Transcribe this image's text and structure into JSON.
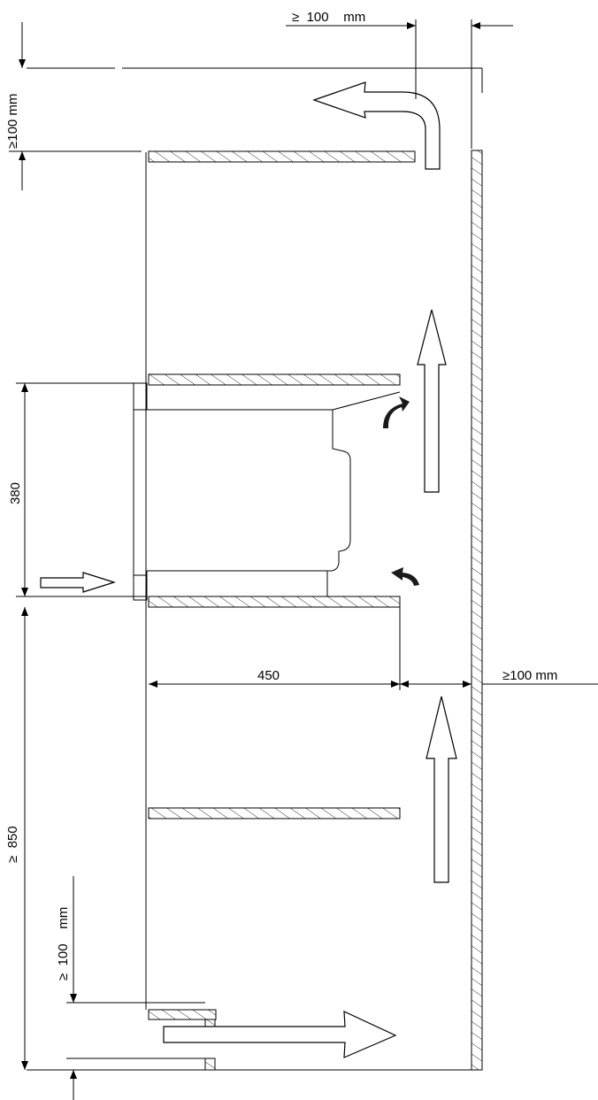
{
  "labels": {
    "top_gap": "≥  100    mm",
    "top_left_gap": "≥100 mm",
    "oven_height": "380",
    "side_depth": "450",
    "rear_gap": "≥100 mm",
    "floor_height": "≥  850",
    "bottom_gap": "≥  100    mm"
  }
}
